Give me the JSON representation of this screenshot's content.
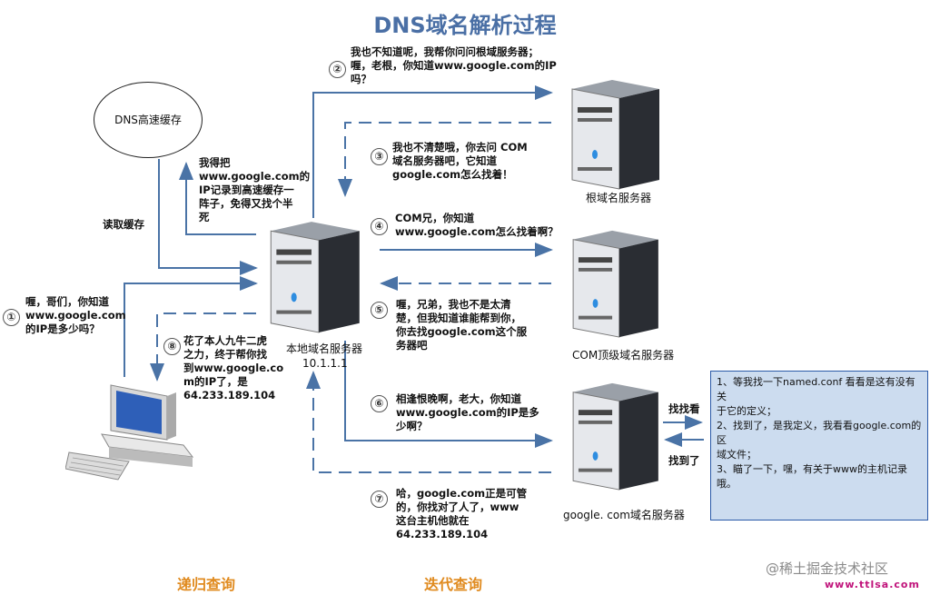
{
  "title": "DNS域名解析过程",
  "cloud_label": "DNS高速缓存",
  "read_cache": "读取缓存",
  "cache_note": "我得把\nwww.google.com的\nIP记录到高速缓存一\n阵子，免得又找个半\n死",
  "steps": [
    {
      "num": "①",
      "text": "喱，哥们，你知道\nwww.google.com\n的IP是多少吗？"
    },
    {
      "num": "②",
      "text": "我也不知道呢，我帮你问问根域服务器；\n喱，老根，你知道www.google.com的IP\n吗？"
    },
    {
      "num": "③",
      "text": "我也不清楚哦，你去问 COM\n域名服务器吧，它知道\ngoogle.com怎么找着！"
    },
    {
      "num": "④",
      "text": "COM兄，你知道\nwww.google.com怎么找着啊？"
    },
    {
      "num": "⑤",
      "text": "喱，兄弟，我也不是太清\n楚，但我知道谁能帮到你，\n你去找google.com这个服\n务器吧"
    },
    {
      "num": "⑥",
      "text": "相逢恨晚啊，老大，你知道\nwww.google.com的IP是多\n少啊？"
    },
    {
      "num": "⑦",
      "text": "哈，google.com正是可管\n的，你找对了人了，www\n这台主机他就在\n64.233.189.104"
    },
    {
      "num": "⑧",
      "text": "花了本人九牛二虎\n之力，终于帮你找\n到www.google.co\nm的IP了，是\n64.233.189.104"
    }
  ],
  "servers": {
    "root": "根域名服务器",
    "com": "COM顶级域名服务器",
    "google": "google. com域名服务器",
    "local": "本地域名服务器",
    "local_ip": "10.1.1.1"
  },
  "lookup": "找找看",
  "found": "找到了",
  "note_box": "1、等我找一下named.conf 看看是这有没有关\n于它的定义；\n2、找到了，是我定义，我看看google.com的区\n域文件；\n3、瞄了一下，嘿，有关于www的主机记录哦。",
  "footer_left": "递归查询",
  "footer_right": "迭代查询",
  "watermark": "@稀土掘金技术社区",
  "watermark2": "www.ttlsa.com",
  "colors": {
    "arrow": "#4a73a6",
    "title": "#4a6fa5",
    "footer": "#e08a1e",
    "note_bg": "#ccdcef"
  }
}
